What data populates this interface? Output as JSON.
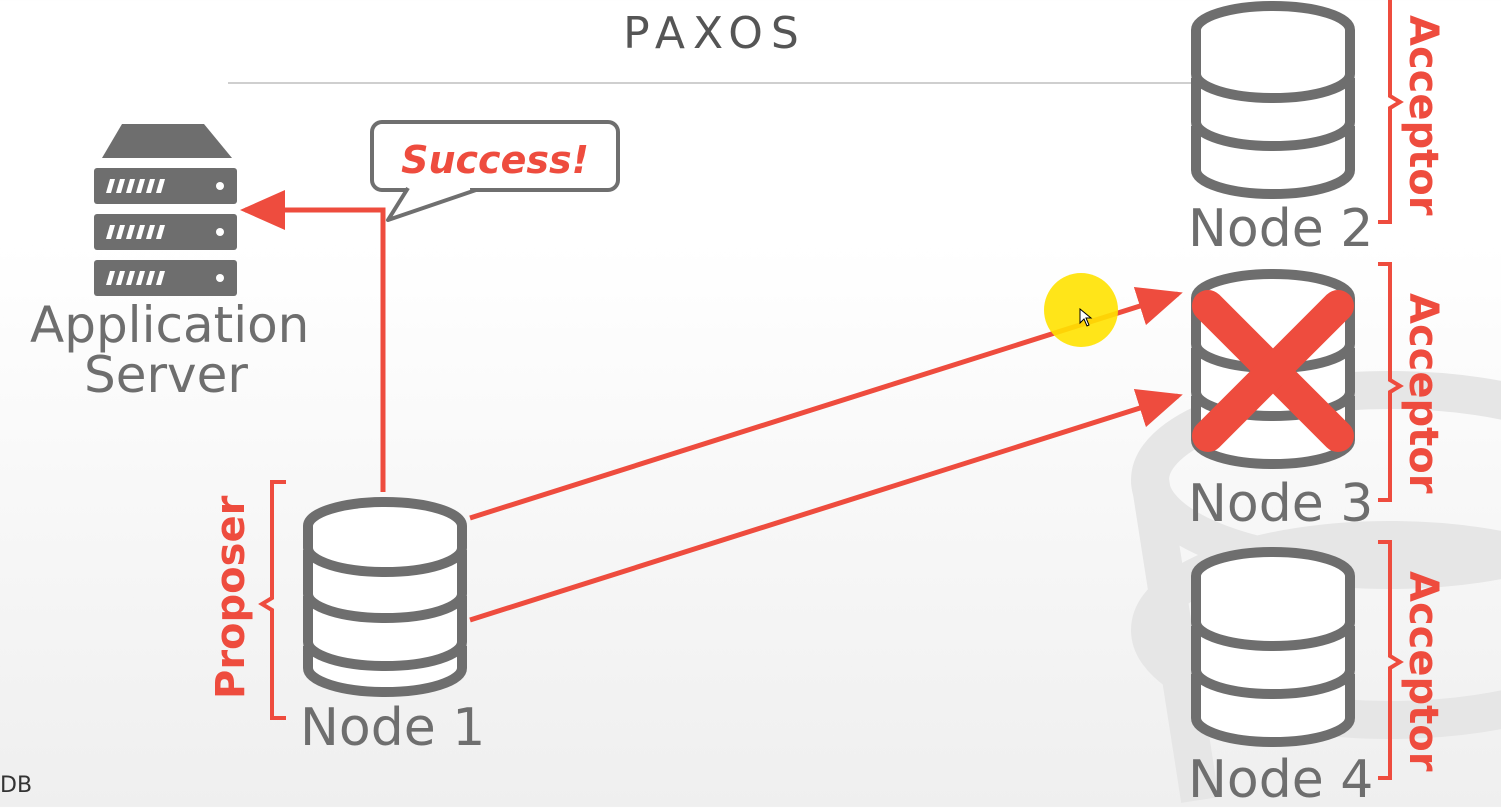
{
  "title": "PAXOS",
  "app_server": {
    "line1": "Application",
    "line2": "Server"
  },
  "bubble": {
    "text": "Success!"
  },
  "nodes": [
    {
      "label": "Node 1",
      "role": "Proposer"
    },
    {
      "label": "Node 2",
      "role": "Acceptor"
    },
    {
      "label": "Node 3",
      "role": "Acceptor",
      "failed": true
    },
    {
      "label": "Node 4",
      "role": "Acceptor"
    }
  ],
  "corner_text": "DB",
  "colors": {
    "accent": "#ee4c3e",
    "icon": "#6e6e6e",
    "text": "#555555"
  }
}
